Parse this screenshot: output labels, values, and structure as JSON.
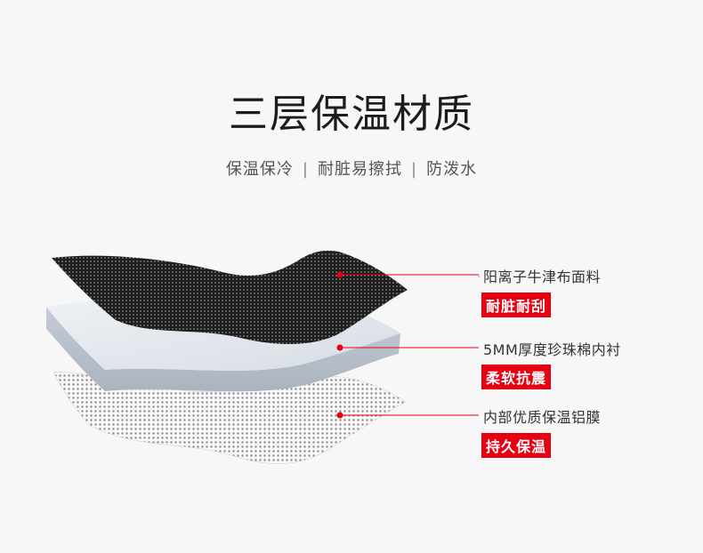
{
  "title": "三层保温材质",
  "subtitle": [
    "保温保冷",
    "耐脏易擦拭",
    "防泼水"
  ],
  "subtitle_separator": "|",
  "layers": [
    {
      "name": "阳离子牛津布面料",
      "badge": "耐脏耐刮"
    },
    {
      "name": "5MM厚度珍珠棉内衬",
      "badge": "柔软抗震"
    },
    {
      "name": "内部优质保温铝膜",
      "badge": "持久保温"
    }
  ],
  "colors": {
    "accent": "#e60012",
    "pointer": "#e60012",
    "top_layer": "#2a2a2a",
    "middle_layer": "#dde2e8",
    "bottom_layer": "#b8b8b8"
  }
}
